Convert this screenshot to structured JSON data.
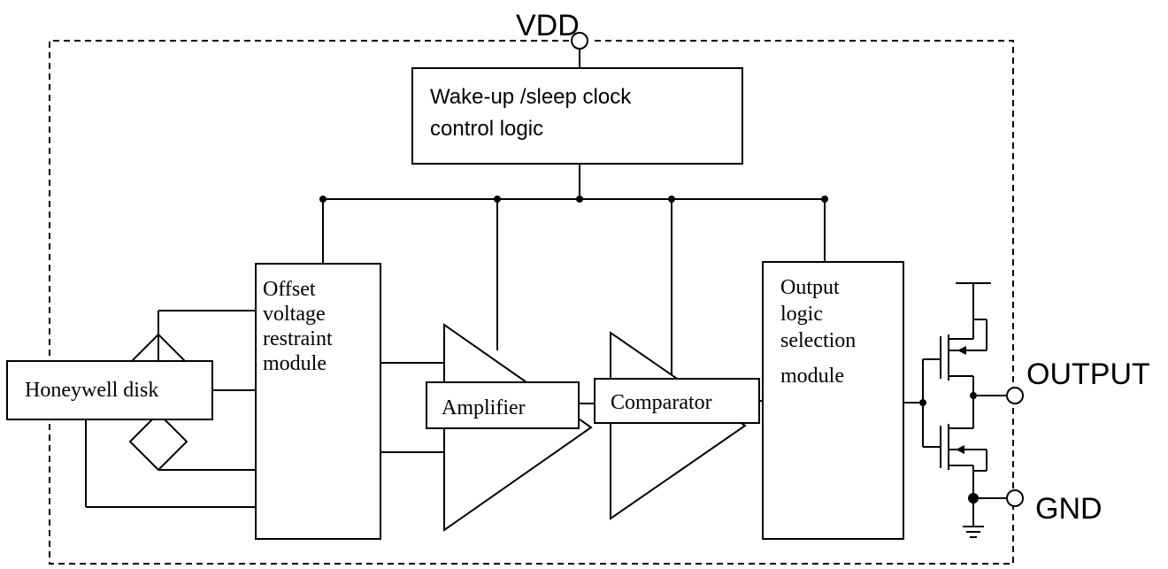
{
  "pins": {
    "vdd": "VDD",
    "output": "OUTPUT",
    "gnd": "GND"
  },
  "blocks": {
    "wake_sleep": [
      "Wake-up /sleep clock",
      "control logic"
    ],
    "offset": [
      "Offset",
      "voltage",
      "restraint",
      "module"
    ],
    "output_logic": [
      "Output",
      "logic",
      "selection",
      "module"
    ],
    "honeywell": "Honeywell disk",
    "amplifier": "Amplifier",
    "comparator": "Comparator"
  }
}
